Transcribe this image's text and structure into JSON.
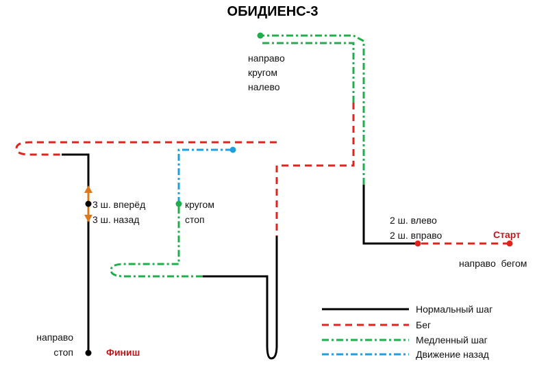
{
  "title": "ОБИДИЕНС-3",
  "colors": {
    "normal": "#000000",
    "run": "#e0231c",
    "slow": "#1fae4b",
    "back": "#1e9fe0",
    "arrow": "#d9791c",
    "start_finish": "#c0161b"
  },
  "labels": {
    "top_commands": [
      "направо",
      "кругом",
      "налево"
    ],
    "left_cmd_1": "3 ш. вперёд",
    "left_cmd_2": "3 ш. назад",
    "middle_cmd_1": "кругом",
    "middle_cmd_2": "стоп",
    "right_cmd_1": "2 ш. влево",
    "right_cmd_2": "2 ш. вправо",
    "start": "Старт",
    "start_cmd": "направо  бегом",
    "finish_cmd_1": "направо",
    "finish_cmd_2": "стоп",
    "finish": "Финиш"
  },
  "legend": [
    {
      "key": "normal",
      "label": "Нормальный шаг"
    },
    {
      "key": "run",
      "label": "Бег"
    },
    {
      "key": "slow",
      "label": "Медленный шаг"
    },
    {
      "key": "back",
      "label": "Движение назад"
    }
  ]
}
